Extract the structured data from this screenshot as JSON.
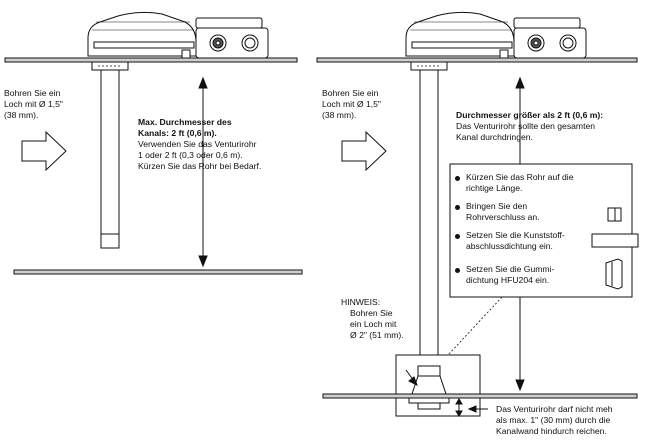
{
  "left_panel": {
    "drill_note": [
      "Bohren Sie ein",
      "Loch mit Ø 1,5\"",
      "(38 mm)."
    ],
    "max_heading": [
      "Max. Durchmesser des",
      "Kanals: 2 ft (0,6 m)."
    ],
    "max_body": [
      "Verwenden Sie das Venturirohr",
      "1 oder 2 ft (0,3 oder 0,6 m).",
      "Kürzen Sie das Rohr bei Bedarf."
    ]
  },
  "right_panel": {
    "drill_note": [
      "Bohren Sie ein",
      "Loch mit Ø 1,5\"",
      "(38 mm)."
    ],
    "larger_heading": "Durchmesser größer als 2 ft (0,6 m):",
    "larger_body": [
      "Das Venturirohr sollte den gesamten",
      "Kanal durchdringen."
    ],
    "steps": [
      [
        "Kürzen Sie das Rohr auf die",
        "richtige Länge."
      ],
      [
        "Bringen Sie den",
        "Rohrverschluss an."
      ],
      [
        "Setzen Sie die Kunststoff-",
        "abschlussdichtung ein."
      ],
      [
        "Setzen Sie die Gummi-",
        "dichtung HFU204 ein."
      ]
    ],
    "note": [
      "HINWEIS:",
      "Bohren Sie",
      "ein Loch mit",
      "Ø 2\" (51 mm)."
    ],
    "bottom_note": [
      "Das Venturirohr darf nicht meh",
      "als max. 1\" (30 mm) durch die",
      "Kanalwand hindurch reichen."
    ]
  },
  "colors": {
    "duct": "#cfcfcf",
    "ink": "#111111",
    "device": "#ffffff"
  }
}
